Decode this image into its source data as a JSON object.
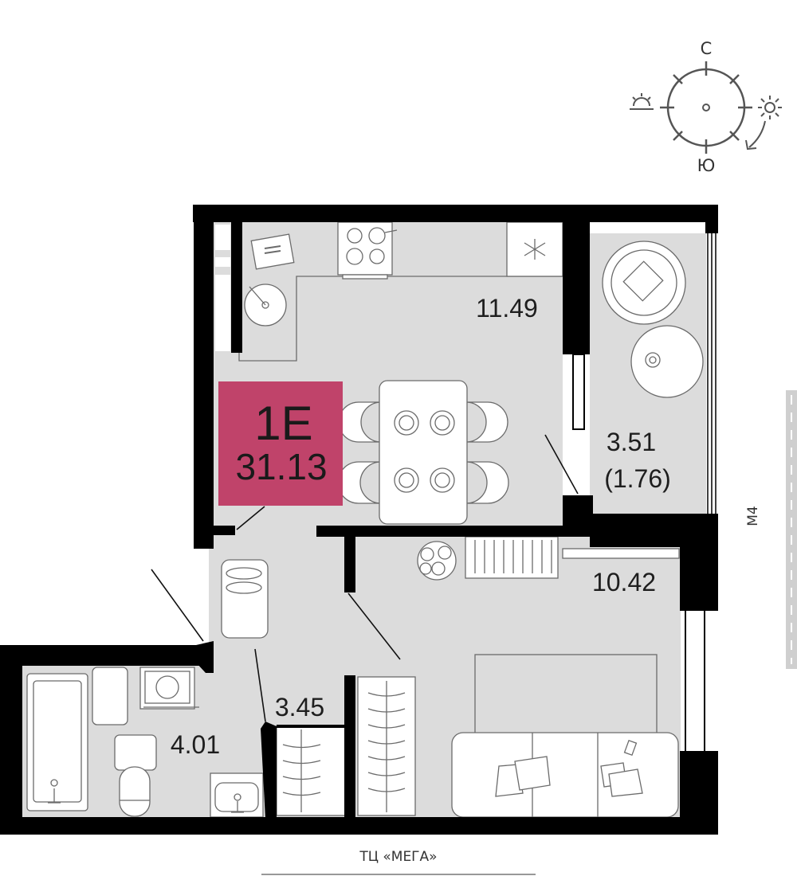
{
  "compass": {
    "north_label": "С",
    "south_label": "Ю",
    "sunrise_icon": "sunrise-icon",
    "sun_icon": "sun-icon",
    "arrow_icon": "curved-arrow-icon"
  },
  "unit": {
    "type": "1Е",
    "total_area": "31.13",
    "badge_color": "#c0436a"
  },
  "rooms": {
    "kitchen_area": "11.49",
    "balcony_area": "3.51",
    "balcony_reduced_area": "(1.76)",
    "bedroom_area": "10.42",
    "hall_area": "3.45",
    "bathroom_area": "4.01"
  },
  "surroundings": {
    "bottom_label": "ТЦ «МЕГА»",
    "right_label": "М4"
  },
  "colors": {
    "wall": "#000000",
    "floor": "#dcdcdc",
    "fixture_stroke": "#6b6b6b"
  }
}
